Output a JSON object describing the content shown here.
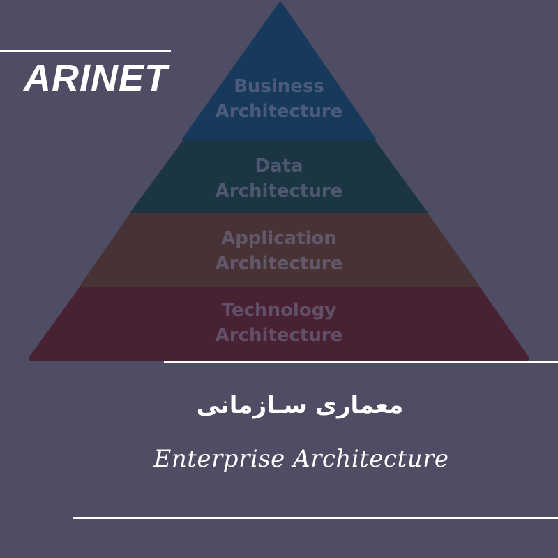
{
  "brand": {
    "logo_text": "ARINET"
  },
  "pyramid": {
    "tiers": [
      {
        "line1": "Business",
        "line2": "Architecture",
        "color": "#173a5c"
      },
      {
        "line1": "Data",
        "line2": "Architecture",
        "color": "#1b3542"
      },
      {
        "line1": "Application",
        "line2": "Architecture",
        "color": "#473336"
      },
      {
        "line1": "Technology",
        "line2": "Architecture",
        "color": "#482233"
      }
    ]
  },
  "titles": {
    "persian": "معماری سـازمانی",
    "english": "Enterprise Architecture"
  },
  "colors": {
    "background": "#4e4d63",
    "rules": "#ffffff",
    "text": "#ffffff"
  }
}
